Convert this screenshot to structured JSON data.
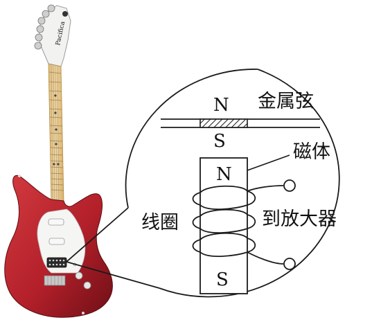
{
  "labels": {
    "metal_string": "金属弦",
    "magnet": "磁体",
    "coil": "线圈",
    "to_amplifier": "到放大器",
    "string_pole_north": "N",
    "string_pole_south": "S",
    "magnet_pole_north": "N",
    "magnet_pole_south": "S"
  },
  "colors": {
    "guitar_body": "#b3202a",
    "guitar_body_dark": "#7d1118",
    "pickguard": "#f4f4f2",
    "neck": "#e9c98a",
    "headstock": "#f0f0ee",
    "line": "#1a1a1a"
  }
}
